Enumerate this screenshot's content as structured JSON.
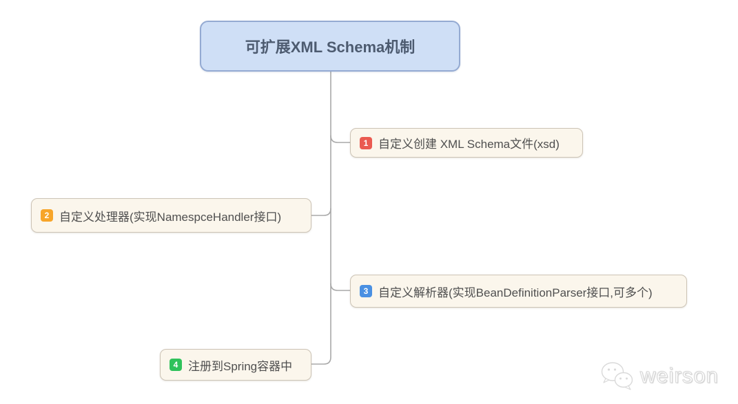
{
  "root": {
    "label": "可扩展XML Schema机制"
  },
  "nodes": [
    {
      "num": "1",
      "label": "自定义创建 XML Schema文件(xsd)",
      "badge_color": "#ea5a50"
    },
    {
      "num": "2",
      "label": "自定义处理器(实现NamespceHandler接口)",
      "badge_color": "#f7a52a"
    },
    {
      "num": "3",
      "label": "自定义解析器(实现BeanDefinitionParser接口,可多个)",
      "badge_color": "#4a90e2"
    },
    {
      "num": "4",
      "label": "注册到Spring容器中",
      "badge_color": "#2fc25b"
    }
  ],
  "watermark": {
    "text": "weirson"
  },
  "colors": {
    "root_bg": "#cfdff6",
    "root_border": "#94aad2",
    "root_text": "#4d5b70",
    "child_bg": "#fbf6ec",
    "child_border": "#ccc3b5",
    "child_text": "#4f4f4f",
    "connector": "#a8a8a8"
  }
}
